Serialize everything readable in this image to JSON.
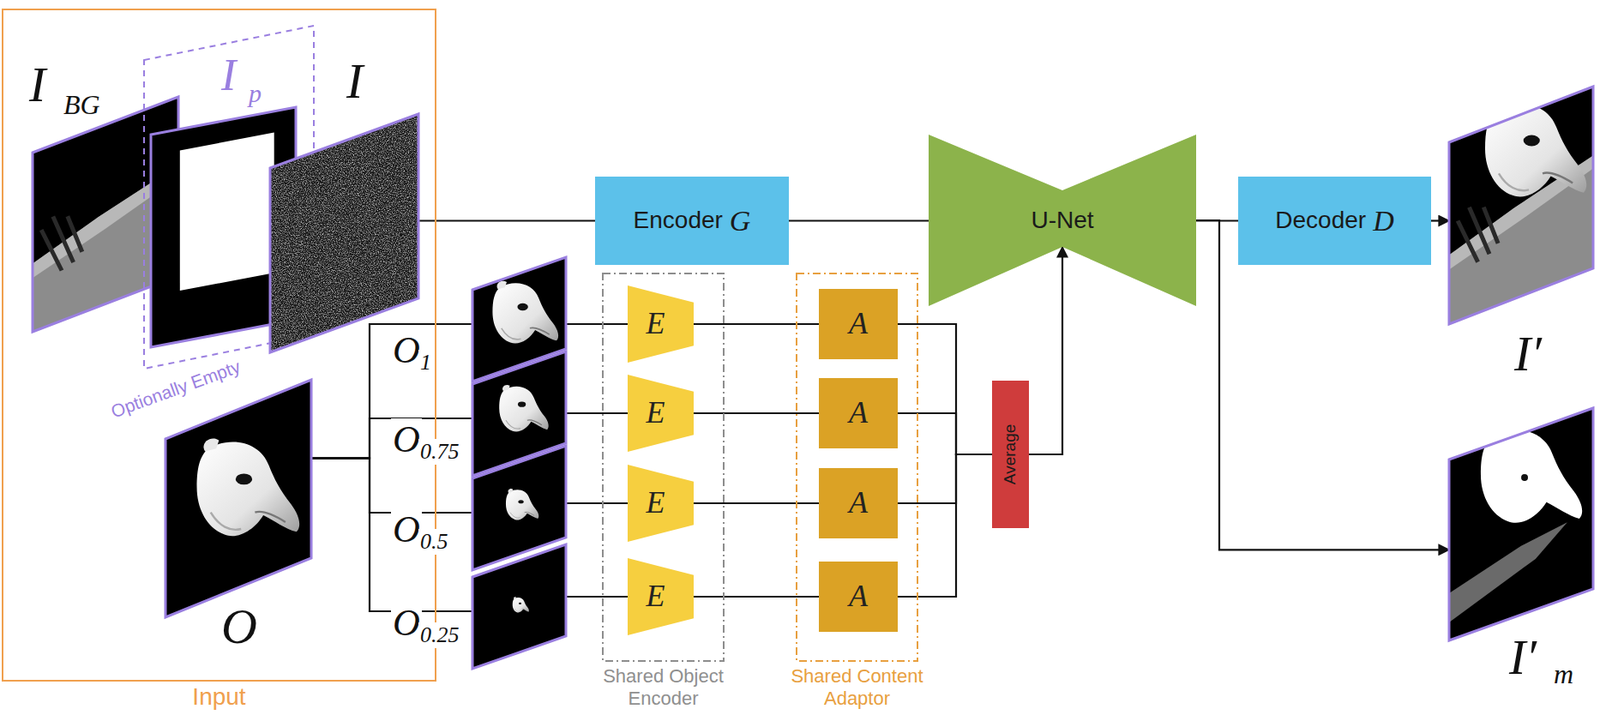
{
  "diagram": {
    "nodes": [
      {
        "text": [
          "Input"
        ]
      },
      {
        "text": [
          "I",
          "BG"
        ],
        "in": 0
      },
      {
        "text": [
          "Optionally Empty"
        ],
        "in": 0
      },
      {
        "text": [
          "I",
          "p"
        ],
        "in": 2
      },
      {
        "text": [
          "I"
        ],
        "in": 0
      },
      {
        "text": [
          "O"
        ],
        "in": 0
      },
      {
        "text": [
          "O",
          "1"
        ]
      },
      {
        "text": [
          "O",
          "0.75"
        ]
      },
      {
        "text": [
          "O",
          "0.5"
        ]
      },
      {
        "text": [
          "O",
          "0.25"
        ]
      },
      {
        "text": [
          "Shared Object Encoder"
        ]
      },
      {
        "text": [
          "E"
        ],
        "in": 10
      },
      {
        "text": [
          "E"
        ],
        "in": 10
      },
      {
        "text": [
          "E"
        ],
        "in": 10
      },
      {
        "text": [
          "E"
        ],
        "in": 10
      },
      {
        "text": [
          "Shared Content Adaptor"
        ]
      },
      {
        "text": [
          "A"
        ],
        "in": 15
      },
      {
        "text": [
          "A"
        ],
        "in": 15
      },
      {
        "text": [
          "A"
        ],
        "in": 15
      },
      {
        "text": [
          "A"
        ],
        "in": 15
      },
      {
        "text": [
          "Average"
        ]
      },
      {
        "text": [
          "Encoder",
          "G"
        ]
      },
      {
        "text": [
          "U-Net"
        ]
      },
      {
        "text": [
          "Decoder",
          "D"
        ]
      },
      {
        "text": [
          "I′"
        ]
      },
      {
        "text": [
          "I′",
          "m"
        ]
      }
    ],
    "edges": [
      {
        "from": 4,
        "to": 21,
        "arrow": "none"
      },
      {
        "from": 21,
        "to": 22,
        "arrow": "none"
      },
      {
        "from": 22,
        "to": 23,
        "arrow": "none"
      },
      {
        "from": 23,
        "to": 24,
        "arrow": "to"
      },
      {
        "from": 22,
        "to": 25,
        "arrow": "to"
      },
      {
        "from": 5,
        "to": 6,
        "arrow": "none"
      },
      {
        "from": 5,
        "to": 7,
        "arrow": "none"
      },
      {
        "from": 5,
        "to": 8,
        "arrow": "none"
      },
      {
        "from": 5,
        "to": 9,
        "arrow": "none"
      },
      {
        "from": 6,
        "to": 11,
        "arrow": "none"
      },
      {
        "from": 7,
        "to": 12,
        "arrow": "none"
      },
      {
        "from": 8,
        "to": 13,
        "arrow": "none"
      },
      {
        "from": 9,
        "to": 14,
        "arrow": "none"
      },
      {
        "from": 11,
        "to": 16,
        "arrow": "none"
      },
      {
        "from": 12,
        "to": 17,
        "arrow": "none"
      },
      {
        "from": 13,
        "to": 18,
        "arrow": "none"
      },
      {
        "from": 14,
        "to": 19,
        "arrow": "none"
      },
      {
        "from": 16,
        "to": 20,
        "arrow": "none"
      },
      {
        "from": 17,
        "to": 20,
        "arrow": "none"
      },
      {
        "from": 18,
        "to": 20,
        "arrow": "none"
      },
      {
        "from": 19,
        "to": 20,
        "arrow": "none"
      },
      {
        "from": 20,
        "to": 22,
        "arrow": "to"
      }
    ]
  }
}
